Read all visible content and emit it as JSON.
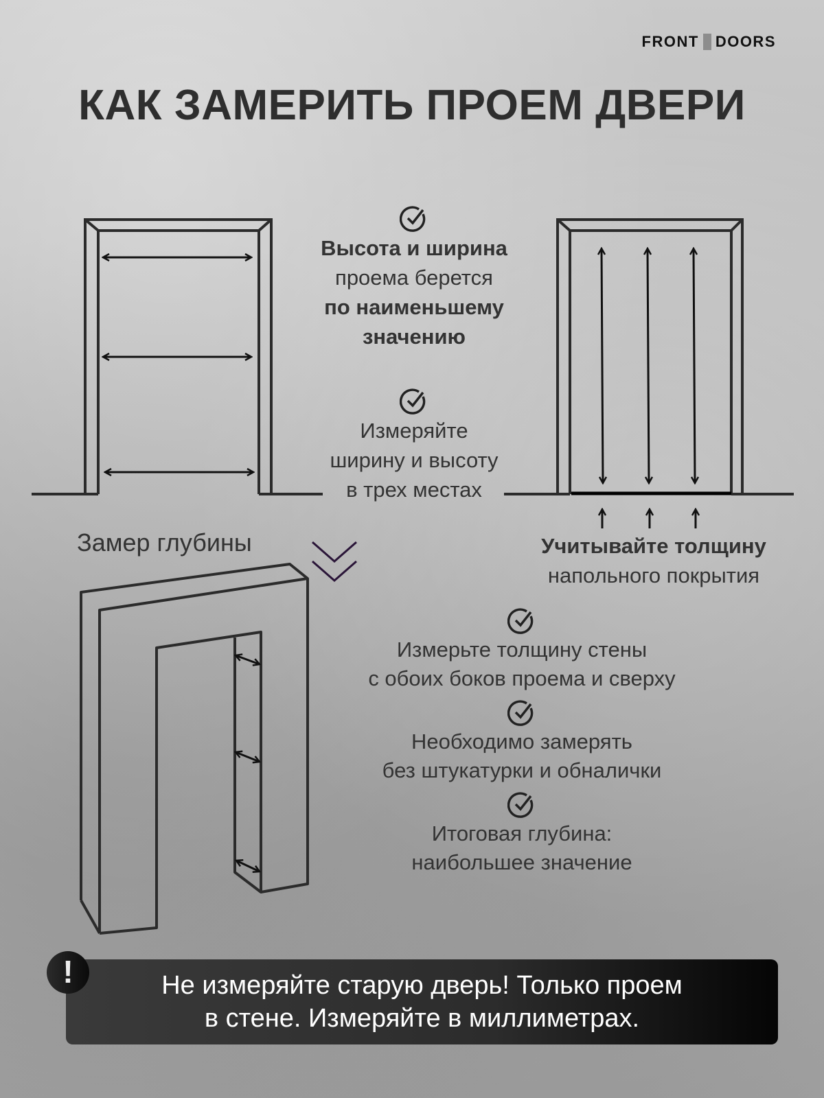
{
  "brand": {
    "left": "FRONT",
    "right": "DOORS",
    "separator_color": "#8d8d8d"
  },
  "title": "КАК ЗАМЕРИТЬ ПРОЕМ ДВЕРИ",
  "tips_top": [
    {
      "icon": "check-circle-icon",
      "lines": [
        "Высота и ширина",
        "проема берется",
        "по наименьшему",
        "значению"
      ]
    },
    {
      "icon": "check-circle-icon",
      "lines": [
        "Измеряйте",
        "ширину и высоту",
        "в трех местах"
      ]
    }
  ],
  "floor_note": {
    "lines": [
      "Учитывайте толщину",
      "напольного покрытия"
    ]
  },
  "depth": {
    "label": "Замер глубины",
    "tips": [
      {
        "icon": "check-circle-icon",
        "lines": [
          "Измерьте толщину стены",
          "с обоих боков проема и сверху"
        ]
      },
      {
        "icon": "check-circle-icon",
        "lines": [
          "Необходимо замерять",
          "без штукатурки и обналички"
        ]
      },
      {
        "icon": "check-circle-icon",
        "lines": [
          "Итоговая глубина:",
          "наибольшее значение"
        ]
      }
    ]
  },
  "warning": {
    "icon": "!",
    "lines": [
      "Не измеряйте старую дверь! Только проем",
      "в стене. Измеряйте в миллиметрах."
    ]
  },
  "colors": {
    "text": "#333333",
    "warning_bg": "#2c2c2c",
    "chevron": "#2a1538"
  }
}
